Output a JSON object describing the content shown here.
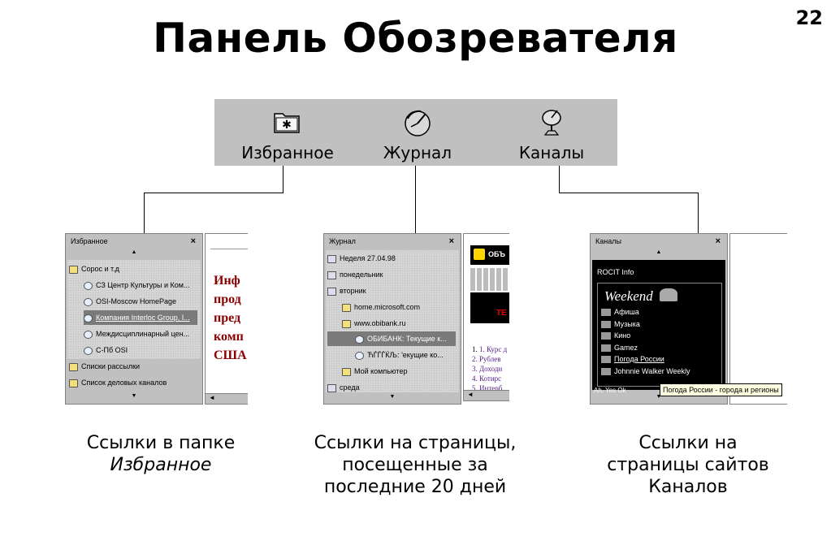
{
  "slide": {
    "title": "Панель Обозревателя",
    "page_number": "22"
  },
  "toolbar": {
    "buttons": [
      {
        "label": "Избранное",
        "icon": "favorites-folder-icon"
      },
      {
        "label": "Журнал",
        "icon": "history-icon"
      },
      {
        "label": "Каналы",
        "icon": "channels-satellite-icon"
      }
    ]
  },
  "favorites_panel": {
    "header": "Избранное",
    "close": "×",
    "up_arrow": "▲",
    "down_arrow": "▼",
    "items": [
      {
        "label": "Сорос и т.д",
        "type": "folder"
      },
      {
        "label": "СЗ Центр Культуры и Ком...",
        "type": "link"
      },
      {
        "label": "OSI-Moscow HomePage",
        "type": "link"
      },
      {
        "label": "Компания Interloc Group, I...",
        "type": "link",
        "selected": true
      },
      {
        "label": "Междисциплинарный цен...",
        "type": "link"
      },
      {
        "label": "С-Пб OSI",
        "type": "link"
      },
      {
        "label": "Списки рассылки",
        "type": "folder"
      },
      {
        "label": "Список деловых каналов",
        "type": "folder"
      }
    ],
    "page_text": [
      "Инф",
      "прод",
      "пред",
      "комп",
      "США"
    ]
  },
  "history_panel": {
    "header": "Журнал",
    "close": "×",
    "down_arrow": "▼",
    "items": [
      {
        "label": "Неделя 27.04.98",
        "level": 0
      },
      {
        "label": "понедельник",
        "level": 0
      },
      {
        "label": "вторник",
        "level": 0
      },
      {
        "label": "home.microsoft.com",
        "level": 1
      },
      {
        "label": "www.obibank.ru",
        "level": 1
      },
      {
        "label": "ОБИБАНК: Текущие к...",
        "level": 2,
        "selected": true
      },
      {
        "label": "ЋЃЃЃЌЉ: 'екущие ко...",
        "level": 2
      },
      {
        "label": "Мой компьютер",
        "level": 1
      },
      {
        "label": "среда",
        "level": 0
      }
    ],
    "page_header": "ОБЪ",
    "page_banner": "ТЕ",
    "page_list": [
      "1. Курс д",
      "2. Рублев",
      "3. Доходн",
      "4. Котирс",
      "5. Интерб"
    ]
  },
  "channels_panel": {
    "header": "Каналы",
    "close": "×",
    "up_arrow": "▲",
    "down_arrow": "▼",
    "rocit": "ROCIT Info",
    "weekend": "Weekend",
    "items": [
      "Афиша",
      "Музыка",
      "Кино",
      "Gamez",
      "Погода России",
      "Johnnie Walker Weekly"
    ],
    "tooltip": "Погода России - города и регионы",
    "bottom": "Ah, Yes Ok"
  },
  "captions": {
    "favorites": {
      "line1": "Ссылки в папке",
      "line2": "Избранное"
    },
    "history": {
      "line1": "Ссылки на страницы,",
      "line2": "посещенные за",
      "line3": "последние 20 дней"
    },
    "channels": {
      "line1": "Ссылки на",
      "line2": "страницы сайтов",
      "line3": "Каналов"
    }
  }
}
